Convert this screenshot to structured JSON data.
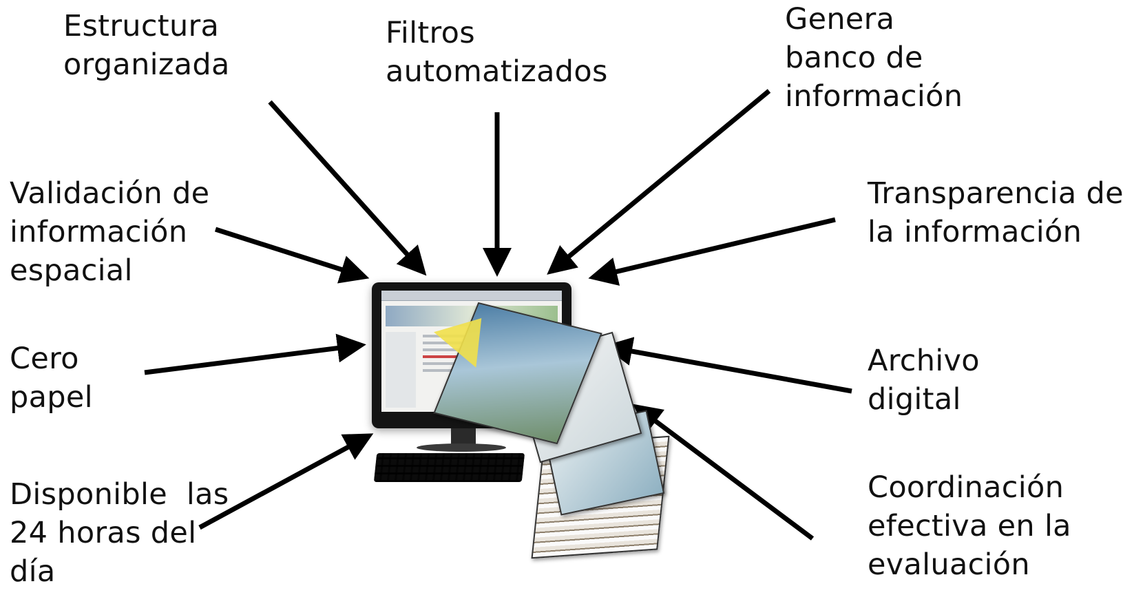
{
  "labels": {
    "estructura": "Estructura\norganizada",
    "filtros": "Filtros\nautomatizados",
    "genera": "Genera\nbanco de\ninformación",
    "validacion": "Validación de\ninformación\nespacial",
    "transparencia": "Transparencia de\nla información",
    "cero": "Cero\npapel",
    "archivo": "Archivo\ndigital",
    "disponible": "Disponible  las\n24 horas del\ndía",
    "coordinacion": "Coordinación\nefectiva en la\nevaluación"
  },
  "colors": {
    "arrow": "#000000",
    "text": "#111111"
  },
  "central_image": "computer-with-documents"
}
